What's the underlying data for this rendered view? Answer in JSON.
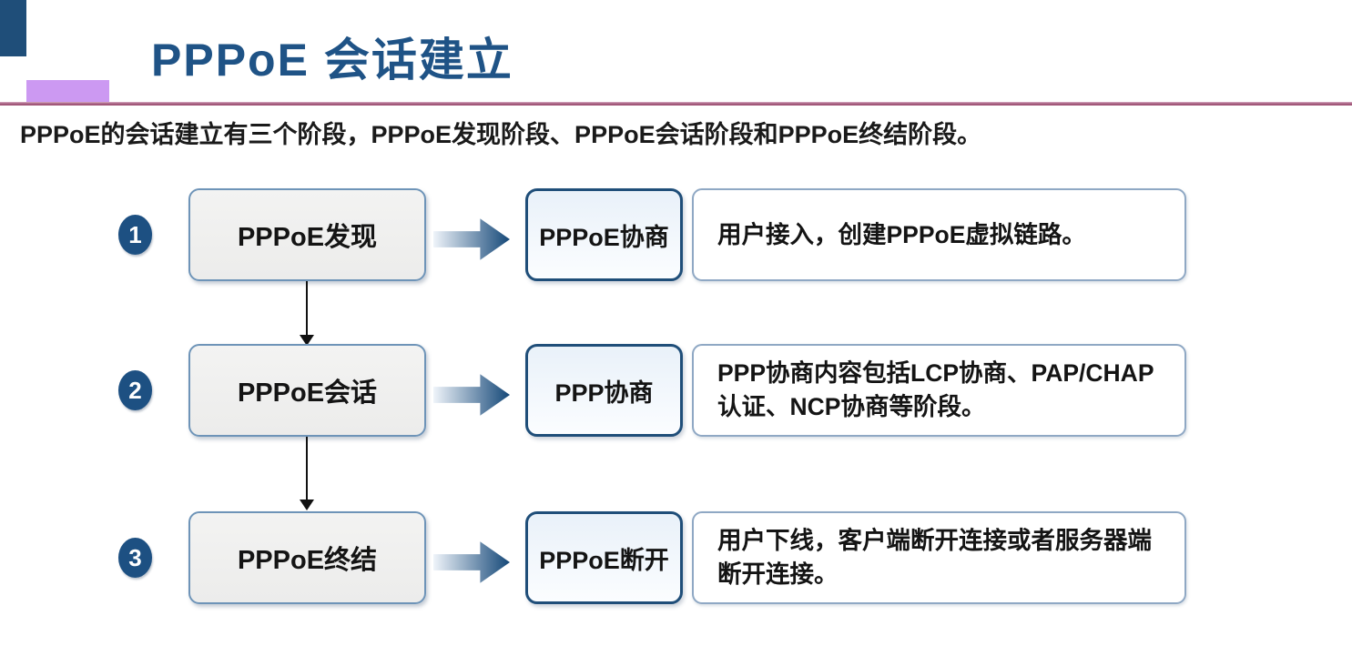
{
  "slide": {
    "title": "PPPoE 会话建立",
    "intro": "PPPoE的会话建立有三个阶段，PPPoE发现阶段、PPPoE会话阶段和PPPoE终结阶段。"
  },
  "diagram": {
    "rows": [
      {
        "num": "1",
        "stage": "PPPoE发现",
        "proto": "PPPoE协商",
        "desc": "用户接入，创建PPPoE虚拟链路。"
      },
      {
        "num": "2",
        "stage": "PPPoE会话",
        "proto": "PPP协商",
        "desc": "PPP协商内容包括LCP协商、PAP/CHAP认证、NCP协商等阶段。"
      },
      {
        "num": "3",
        "stage": "PPPoE终结",
        "proto": "PPPoE断开",
        "desc": "用户下线，客户端断开连接或者服务器端断开连接。"
      }
    ]
  },
  "icons": {
    "flow": "right-arrow-icon",
    "connector": "down-arrow-icon"
  },
  "colors": {
    "title_blue": "#1F5386",
    "corner_navy": "#1F4E79",
    "accent_purple": "#CC99F2",
    "divider_mauve": "#A2587A",
    "badge_navy": "#1D5082",
    "arrow_gradient_start": "#EFF4FA",
    "arrow_gradient_end": "#154878",
    "stage_box_border": "#6E94B8",
    "stage_box_fill": "#F0F0EF",
    "proto_box_border": "#1F4E79",
    "proto_box_fill": "#EBF2F9",
    "desc_box_border": "#8FA8C4",
    "connector_black": "#111111",
    "body_text": "#141414"
  }
}
